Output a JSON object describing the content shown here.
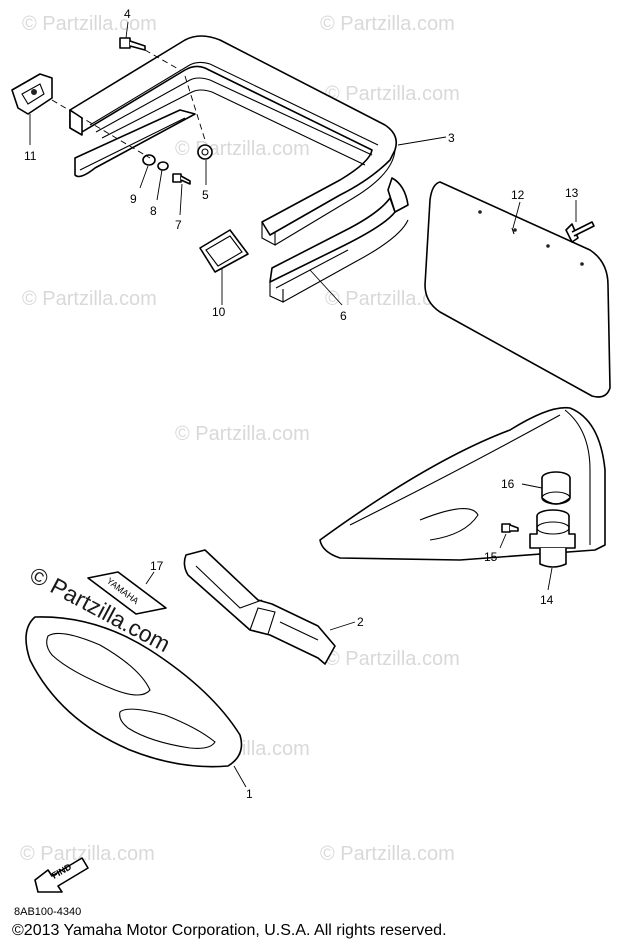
{
  "watermark": {
    "text": "© Partzilla.com",
    "prominent_text": "© Partzilla.com"
  },
  "callouts": {
    "p1": "1",
    "p2": "2",
    "p3": "3",
    "p4": "4",
    "p5": "5",
    "p6": "6",
    "p7": "7",
    "p8": "8",
    "p9": "9",
    "p10": "10",
    "p11": "11",
    "p12": "12",
    "p13": "13",
    "p14": "14",
    "p15": "15",
    "p16": "16",
    "p17": "17"
  },
  "decal_text": "YAMAHA",
  "find_arrow_text": "FIND",
  "diagram_code": "8AB100-4340",
  "copyright": "©2013 Yamaha Motor Corporation, U.S.A. All rights reserved."
}
